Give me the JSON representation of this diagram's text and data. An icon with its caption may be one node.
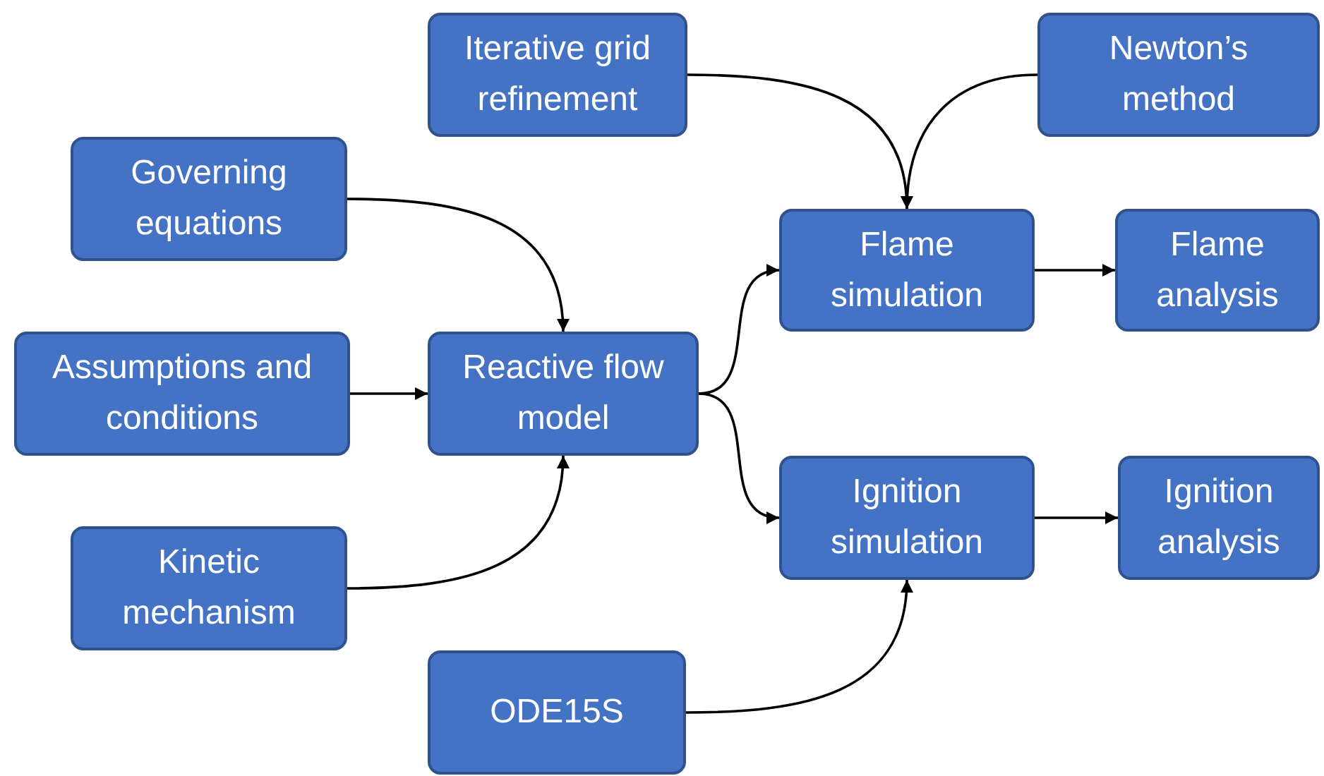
{
  "diagram": {
    "nodes": [
      {
        "text": [
          "Iterative grid refinement"
        ]
      },
      {
        "text": [
          "Newton’s method"
        ]
      },
      {
        "text": [
          "Governing equations"
        ]
      },
      {
        "text": [
          "Flame simulation"
        ]
      },
      {
        "text": [
          "Flame analysis"
        ]
      },
      {
        "text": [
          "Assumptions and conditions"
        ]
      },
      {
        "text": [
          "Reactive flow model"
        ]
      },
      {
        "text": [
          "Ignition simulation"
        ]
      },
      {
        "text": [
          "Ignition analysis"
        ]
      },
      {
        "text": [
          "Kinetic mechanism"
        ]
      },
      {
        "text": [
          "ODE15S"
        ]
      }
    ],
    "edges": [
      {
        "from": 2,
        "to": 6,
        "arrow": "to"
      },
      {
        "from": 5,
        "to": 6,
        "arrow": "to"
      },
      {
        "from": 9,
        "to": 6,
        "arrow": "to"
      },
      {
        "from": 6,
        "to": 3,
        "arrow": "to"
      },
      {
        "from": 6,
        "to": 7,
        "arrow": "to"
      },
      {
        "from": 0,
        "to": 3,
        "arrow": "to"
      },
      {
        "from": 1,
        "to": 3,
        "arrow": "to"
      },
      {
        "from": 3,
        "to": 4,
        "arrow": "to"
      },
      {
        "from": 7,
        "to": 8,
        "arrow": "to"
      },
      {
        "from": 10,
        "to": 7,
        "arrow": "to"
      }
    ]
  }
}
